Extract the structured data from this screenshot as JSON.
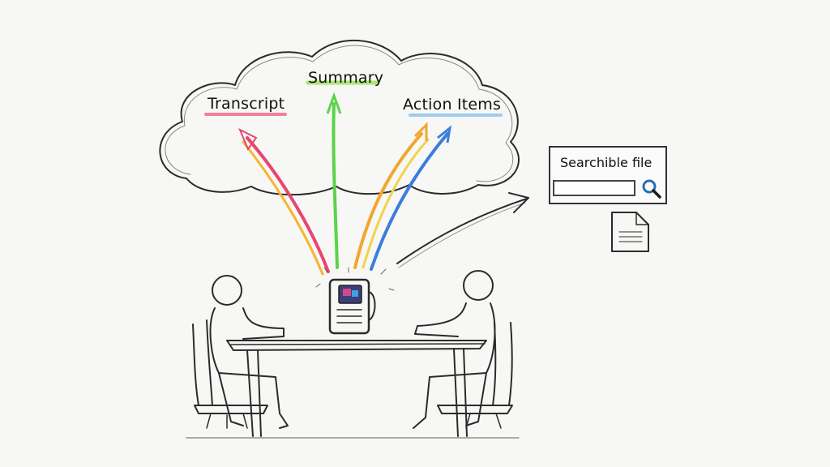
{
  "cloud": {
    "labels": {
      "transcript": "Transcript",
      "summary": "Summary",
      "action_items": "Action Items"
    },
    "highlight_colors": {
      "transcript": "#f26a8d",
      "summary": "#9be35a",
      "action_items": "#8cc6f0"
    }
  },
  "arrow_colors": [
    "#e8466e",
    "#f6b52e",
    "#5bd34a",
    "#f1a72e",
    "#f0d44a",
    "#3b7ddb"
  ],
  "search_panel": {
    "title": "Searchible file",
    "icons": [
      "magnifier-icon",
      "document-icon"
    ]
  },
  "scene": {
    "people": [
      "person-left",
      "person-right"
    ],
    "objects": [
      "meeting-table",
      "recording-device"
    ]
  }
}
